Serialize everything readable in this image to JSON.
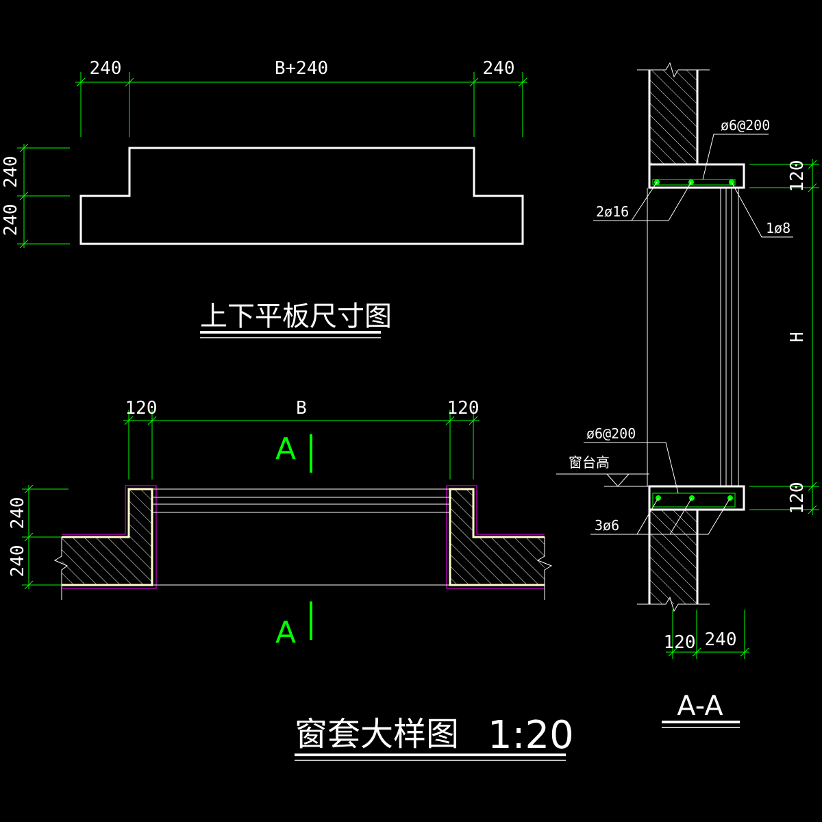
{
  "plate_plan": {
    "title": "上下平板尺寸图",
    "dim_left": "240",
    "dim_mid": "B+240",
    "dim_right": "240",
    "dim_v_top": "240",
    "dim_v_bottom": "240"
  },
  "window_plan": {
    "title_main": "窗套大样图",
    "title_scale": "1:20",
    "dim_left": "120",
    "dim_mid": "B",
    "dim_right": "120",
    "dim_v_top": "240",
    "dim_v_bottom": "240",
    "section_mark_top": "A",
    "section_mark_bottom": "A"
  },
  "section": {
    "title": "A-A",
    "rebar_top_stirrup": "ø6@200",
    "rebar_top_main": "2ø16",
    "rebar_top_extra": "1ø8",
    "rebar_bottom_stirrup": "ø6@200",
    "sill_height_label": "窗台高",
    "rebar_bottom_main": "3ø6",
    "dim_right_top": "120",
    "dim_right_mid": "H",
    "dim_right_bottom": "120",
    "dim_bottom_left": "120",
    "dim_bottom_right": "240"
  },
  "colors": {
    "background": "#000000",
    "dimension_lines": "#00ff00",
    "outline": "#ffffff",
    "insulation": "#ffffcc",
    "finish_line": "#ff00ff"
  }
}
